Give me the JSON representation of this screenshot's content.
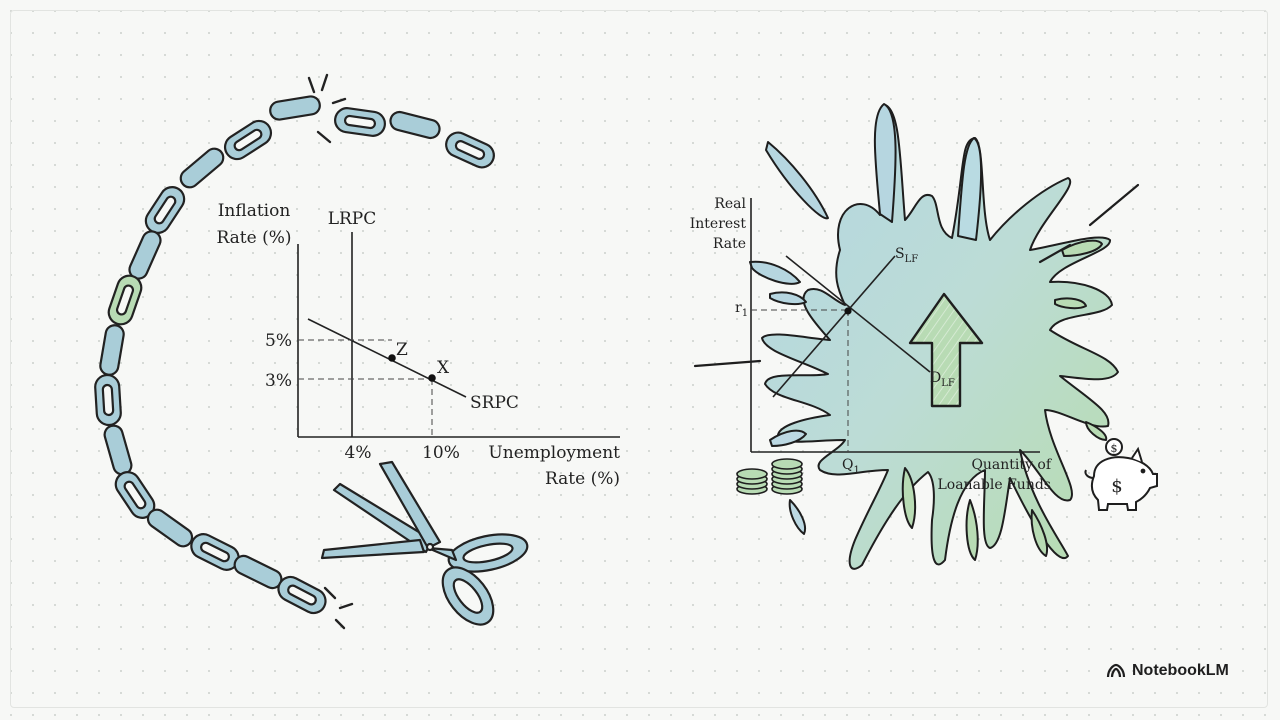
{
  "phillips": {
    "y_label_1": "Inflation",
    "y_label_2": "Rate (%)",
    "lrpc": "LRPC",
    "srpc": "SRPC",
    "y_tick_5": "5%",
    "y_tick_3": "3%",
    "x_tick_4": "4%",
    "x_tick_10": "10%",
    "x_label_1": "Unemployment",
    "x_label_2": "Rate (%)",
    "point_z": "Z",
    "point_x": "X"
  },
  "loanable_funds": {
    "y_label_1": "Real",
    "y_label_2": "Interest",
    "y_label_3": "Rate",
    "r_label": "r",
    "r_sub": "1",
    "supply_label": "S",
    "supply_sub": "LF",
    "demand_label": "D",
    "demand_sub": "LF",
    "q_label": "Q",
    "q_sub": "1",
    "x_label_1": "Quantity of",
    "x_label_2": "Loanable Funds"
  },
  "piggy_bank_symbol": "$",
  "brand": {
    "name": "NotebookLM"
  },
  "colors": {
    "chain_blue": "#a9cdd8",
    "splat_blue": "#bcd9e3",
    "splat_green": "#b8dbb4",
    "ink": "#1e1e1e"
  }
}
